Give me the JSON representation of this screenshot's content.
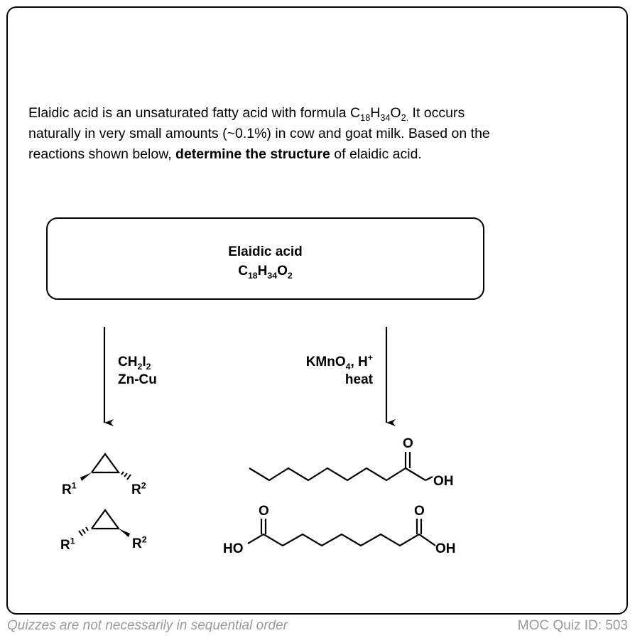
{
  "intro": {
    "s1_a": "Elaidic acid is an unsaturated fatty acid with formula C",
    "s1_sub1": "18",
    "s1_b": "H",
    "s1_sub2": "34",
    "s1_c": "O",
    "s1_sub3": "2.",
    "s1_d": " It occurs naturally in very small amounts (~0.1%) in cow and goat milk. Based on the reactions shown below, ",
    "bold": "determine the structure",
    "s1_e": " of elaidic acid."
  },
  "box": {
    "name": "Elaidic acid",
    "f_c": "C",
    "f_sub1": "18",
    "f_h": "H",
    "f_sub2": "34",
    "f_o": "O",
    "f_sub3": "2"
  },
  "left_reagents": {
    "l1_a": "CH",
    "l1_sub1": "2",
    "l1_b": "I",
    "l1_sub2": "2",
    "l2": "Zn-Cu"
  },
  "right_reagents": {
    "l1_a": "KMnO",
    "l1_sub": "4",
    "l1_b": ", H",
    "l1_sup": "+",
    "l2": "heat"
  },
  "products": {
    "r_letter": "R",
    "r1_sup": "1",
    "r2_sup": "2",
    "o_label": "O",
    "oh_label": "OH",
    "ho_label": "HO"
  },
  "footer": {
    "left": "Quizzes are not necessarily in sequential order",
    "right": "MOC Quiz ID: 503"
  },
  "colors": {
    "footer_text": "#999999",
    "ink": "#000000"
  }
}
